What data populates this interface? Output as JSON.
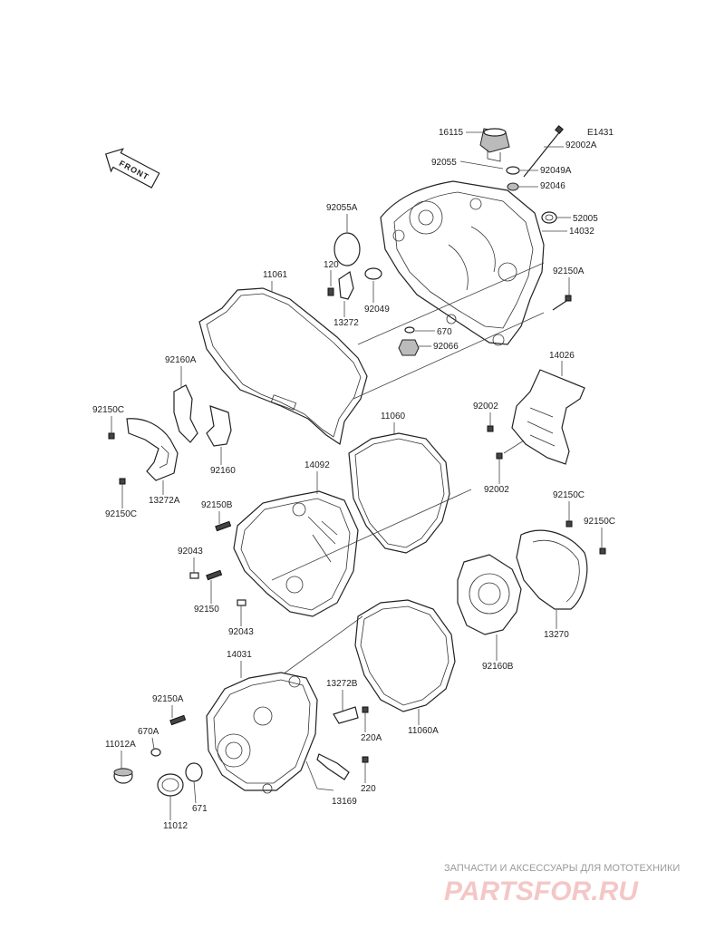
{
  "diagram": {
    "code": "E1431",
    "front_label": "FRONT",
    "labels": [
      {
        "id": "16115",
        "text": "16115"
      },
      {
        "id": "92002A",
        "text": "92002A"
      },
      {
        "id": "92055",
        "text": "92055"
      },
      {
        "id": "92049A",
        "text": "92049A"
      },
      {
        "id": "92046",
        "text": "92046"
      },
      {
        "id": "92055A",
        "text": "92055A"
      },
      {
        "id": "52005",
        "text": "52005"
      },
      {
        "id": "14032",
        "text": "14032"
      },
      {
        "id": "120",
        "text": "120"
      },
      {
        "id": "92049",
        "text": "92049"
      },
      {
        "id": "13272",
        "text": "13272"
      },
      {
        "id": "92150A_top",
        "text": "92150A"
      },
      {
        "id": "670",
        "text": "670"
      },
      {
        "id": "92066",
        "text": "92066"
      },
      {
        "id": "11061",
        "text": "11061"
      },
      {
        "id": "14026",
        "text": "14026"
      },
      {
        "id": "92160A",
        "text": "92160A"
      },
      {
        "id": "92002_a",
        "text": "92002"
      },
      {
        "id": "92150C_left",
        "text": "92150C"
      },
      {
        "id": "11060",
        "text": "11060"
      },
      {
        "id": "92160",
        "text": "92160"
      },
      {
        "id": "92002_b",
        "text": "92002"
      },
      {
        "id": "14092",
        "text": "14092"
      },
      {
        "id": "13272A",
        "text": "13272A"
      },
      {
        "id": "92150C_bl",
        "text": "92150C"
      },
      {
        "id": "92150B",
        "text": "92150B"
      },
      {
        "id": "92150C_r1",
        "text": "92150C"
      },
      {
        "id": "92150C_r2",
        "text": "92150C"
      },
      {
        "id": "92043_a",
        "text": "92043"
      },
      {
        "id": "92150",
        "text": "92150"
      },
      {
        "id": "92043_b",
        "text": "92043"
      },
      {
        "id": "13270",
        "text": "13270"
      },
      {
        "id": "92160B",
        "text": "92160B"
      },
      {
        "id": "14031",
        "text": "14031"
      },
      {
        "id": "13272B",
        "text": "13272B"
      },
      {
        "id": "92150A_bot",
        "text": "92150A"
      },
      {
        "id": "670A",
        "text": "670A"
      },
      {
        "id": "220A",
        "text": "220A"
      },
      {
        "id": "11060A",
        "text": "11060A"
      },
      {
        "id": "11012A",
        "text": "11012A"
      },
      {
        "id": "220",
        "text": "220"
      },
      {
        "id": "671",
        "text": "671"
      },
      {
        "id": "13169",
        "text": "13169"
      },
      {
        "id": "11012",
        "text": "11012"
      }
    ]
  },
  "watermark": {
    "tagline": "ЗАПЧАСТИ И АКСЕССУАРЫ ДЛЯ МОТОТЕХНИКИ",
    "logo": "PARTSFOR.RU"
  }
}
